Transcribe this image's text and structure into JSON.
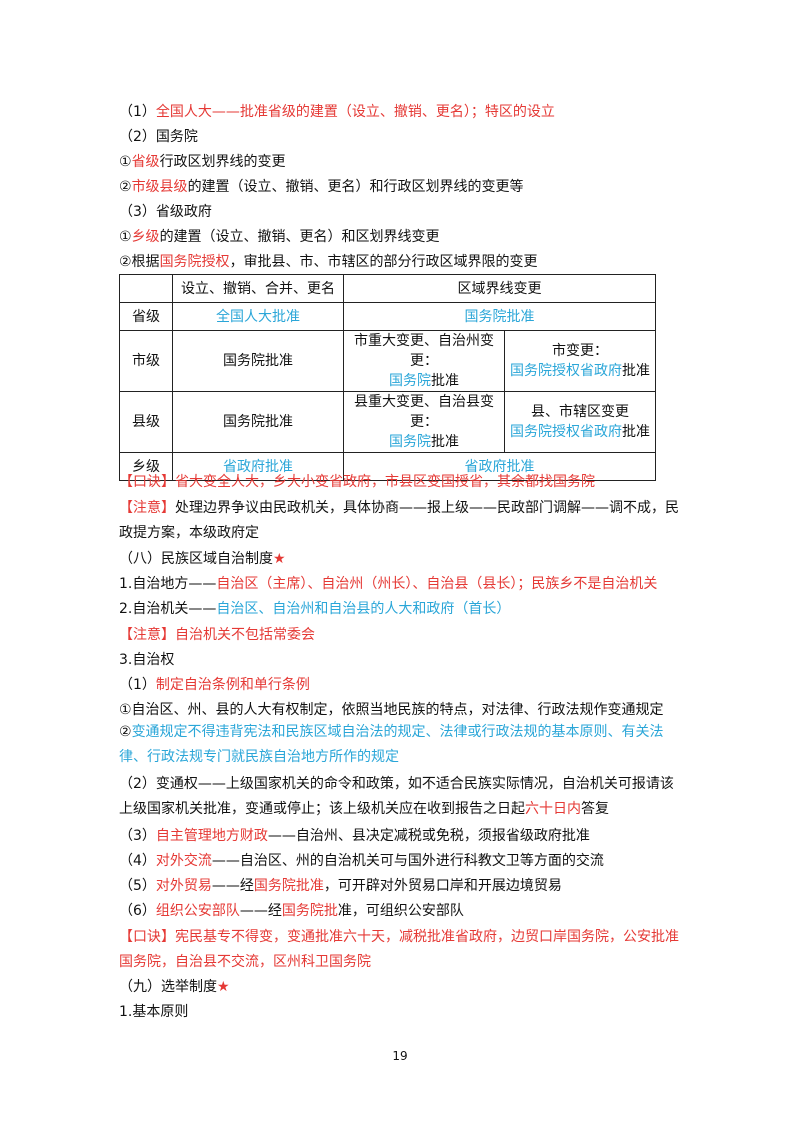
{
  "lines": {
    "l1": {
      "num": "（1）",
      "text": "全国人大——批准省级的建置（设立、撤销、更名）；特区的设立"
    },
    "l2": "（2）国务院",
    "l3": {
      "pre": "①",
      "red": "省级",
      "rest": "行政区划界线的变更"
    },
    "l4": {
      "pre": "②",
      "red": "市级县级",
      "rest": "的建置（设立、撤销、更名）和行政区划界线的变更等"
    },
    "l5": "（3）省级政府",
    "l6": {
      "pre": "①",
      "red": "乡级",
      "rest": "的建置（设立、撤销、更名）和区划界线变更"
    },
    "l7": {
      "pre": "②根据",
      "red": "国务院授权",
      "rest": "，审批县、市、市辖区的部分行政区域界限的变更"
    }
  },
  "table": {
    "header": {
      "col1": "设立、撤销、合并、更名",
      "col2": "区域界线变更"
    },
    "rows": {
      "prov": {
        "label": "省级",
        "c1": "全国人大批准",
        "c2": "国务院批准"
      },
      "city": {
        "label": "市级",
        "c1": "国务院批准",
        "a_top": "市重大变更、自治州变更：",
        "a_blue": "国务院",
        "a_black": "批准",
        "b_top": "市变更：",
        "b_blue": "国务院授权省政府",
        "b_black": "批准"
      },
      "county": {
        "label": "县级",
        "c1": "国务院批准",
        "a_top": "县重大变更、自治县变更：",
        "a_blue": "国务院",
        "a_black": "批准",
        "b_top": "县、市辖区变更",
        "b_blue": "国务院授权省政府",
        "b_black": "批准"
      },
      "town": {
        "label": "乡级",
        "c1": "省政府批准",
        "c2": "省政府批准"
      }
    }
  },
  "koujue1": {
    "tag": "【口诀】",
    "text": "省大变全人大，乡大小变省政府，市县区变国授省，其余都找国务院"
  },
  "zhuyi1": {
    "tag": "【注意】",
    "text": "处理边界争议由民政机关，具体协商——报上级——民政部门调解——调不成，民政提方案，本级政府定"
  },
  "sec8": {
    "title": "（八）民族区域自治制度",
    "star": "★"
  },
  "s1": {
    "pre": "1.自治地方——",
    "red": "自治区（主席）、自治州（州长）、自治县（县长）；民族乡不是自治机关"
  },
  "s2": {
    "pre": "2.自治机关——",
    "blue": "自治区、自治州和自治县的人大和政府（首长）"
  },
  "zhuyi2": {
    "tag": "【注意】",
    "text": "自治机关不包括常委会"
  },
  "s3": "3.自治权",
  "p1": {
    "pre": "（1）",
    "red": "制定自治条例和单行条例"
  },
  "p1a": "①自治区、州、县的人大有权制定，依照当地民族的特点，对法律、行政法规作变通规定",
  "p1b": {
    "pre": "②",
    "blue": "变通规定不得违背宪法和民族区域自治法的规定、法律或行政法规的基本原则、有关法律、行政法规专门就民族自治地方所作的规定"
  },
  "p2": {
    "text": "（2）变通权——上级国家机关的命令和政策，如不适合民族实际情况，自治机关可报请该上级国家机关批准，变通或停止；该上级机关应在收到报告之日起",
    "red": "六十日内",
    "tail": "答复"
  },
  "p3": {
    "pre": "（3）",
    "red": "自主管理地方财政",
    "rest": "——自治州、县决定减税或免税，须报省级政府批准"
  },
  "p4": {
    "pre": "（4）",
    "red": "对外交流",
    "rest": "——自治区、州的自治机关可与国外进行科教文卫等方面的交流"
  },
  "p5": {
    "pre": "（5）",
    "red": "对外贸易",
    "mid": "——经",
    "red2": "国务院批准",
    "rest": "，可开辟对外贸易口岸和开展边境贸易"
  },
  "p6": {
    "pre": "（6）",
    "red": "组织公安部队",
    "mid": "——经",
    "red2": "国务院批",
    "rest": "准，可组织公安部队"
  },
  "koujue2": {
    "tag": "【口诀】",
    "text": "宪民基专不得变，变通批准六十天，减税批准省政府，边贸口岸国务院，公安批准国务院，自治县不交流，区州科卫国务院"
  },
  "sec9": {
    "title": "（九）选举制度",
    "star": "★"
  },
  "s9_1": "1.基本原则",
  "page_number": "19",
  "colors": {
    "red": "#e53935",
    "blue": "#2aa6d8"
  }
}
